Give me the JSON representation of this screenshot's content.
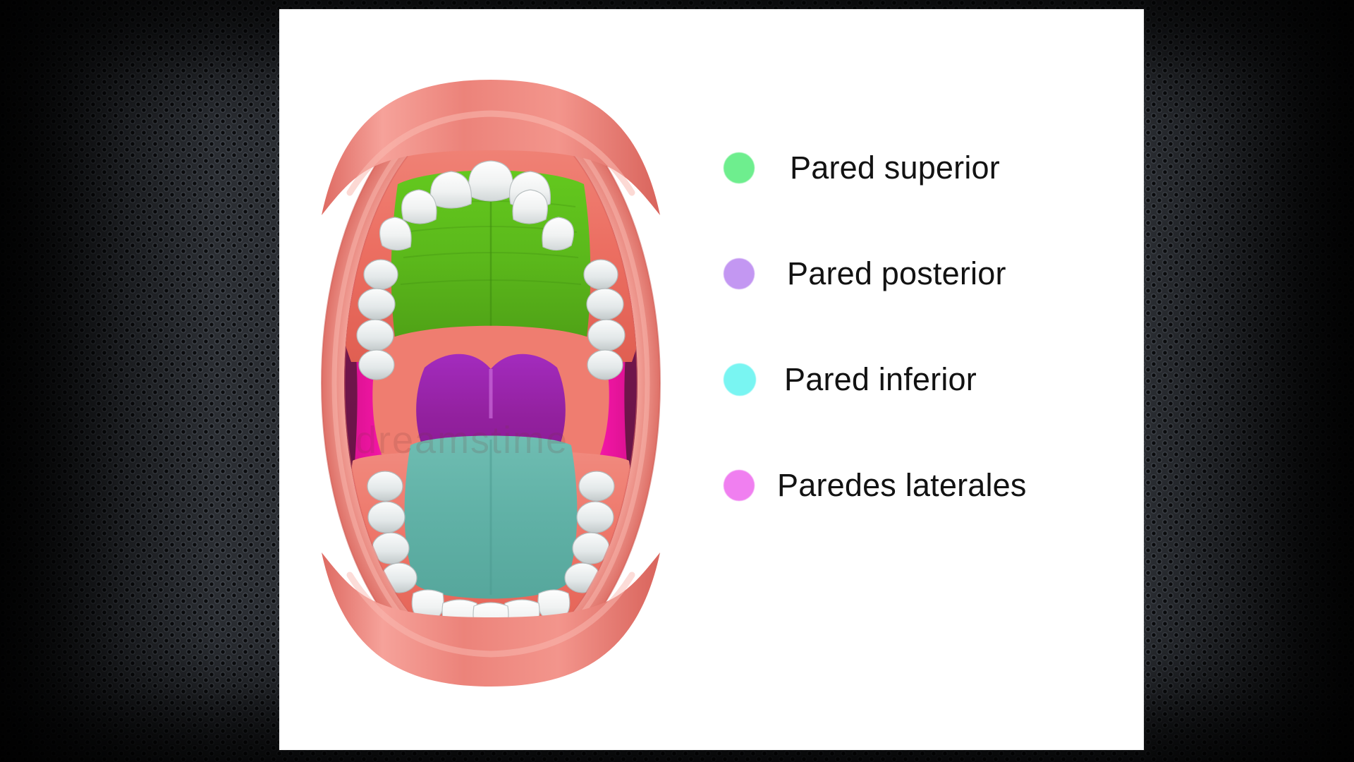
{
  "slide": {
    "background_color": "#2b2e33",
    "panel_color": "#ffffff"
  },
  "illustration": {
    "name": "open-mouth-oral-cavity-diagram",
    "watermark_text": "dreamstime",
    "regions": [
      {
        "key": "pared_superior",
        "label": "Pared superior",
        "anatomy": "hard palate / roof of mouth",
        "fill": "#5FB81B"
      },
      {
        "key": "pared_posterior",
        "label": "Pared posterior",
        "anatomy": "soft palate / oropharynx",
        "fill": "#9A2AB5"
      },
      {
        "key": "pared_inferior",
        "label": "Pared inferior",
        "anatomy": "tongue / floor of mouth",
        "fill": "#5FB3A8"
      },
      {
        "key": "paredes_laterales",
        "label": "Paredes laterales",
        "anatomy": "buccal / lateral walls",
        "fill": "#EC169B"
      }
    ],
    "palette": {
      "lip_outer": "#E8786F",
      "lip_inner": "#F08076",
      "gum": "#EE7468",
      "tooth": "#F2F3F2",
      "tooth_shadow": "#C6CBCC"
    }
  },
  "legend": {
    "items": [
      {
        "label": "Pared superior",
        "color": "#6EEE8E",
        "size": "sz-md"
      },
      {
        "label": "Pared posterior",
        "color": "#C397F2",
        "size": "sz-md"
      },
      {
        "label": "Pared inferior",
        "color": "#79F5F2",
        "size": "sz-lg"
      },
      {
        "label": "Paredes laterales",
        "color": "#F07FF0",
        "size": "sz-md"
      }
    ]
  }
}
